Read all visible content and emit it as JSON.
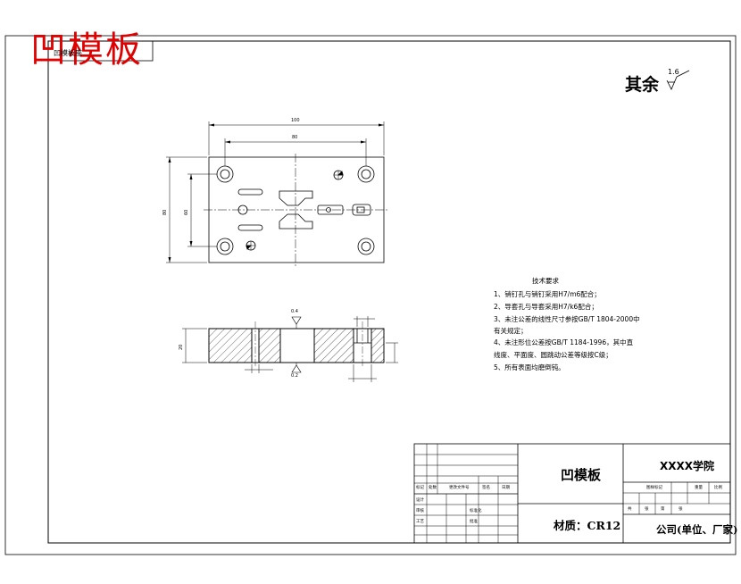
{
  "stamp_title": "凹模板",
  "top_box_text": "凹模板座",
  "roughness": {
    "label": "其余",
    "value": "1.6"
  },
  "tech_requirements": {
    "title": "技术要求",
    "items": [
      "1、销钉孔与销钉采用H7/m6配合；",
      "2、导套孔与导套采用H7/k6配合；",
      "3、未注公差的线性尺寸参按GB/T 1804-2000中",
      "   有关规定；",
      "4、未注形位公差按GB/T 1184-1996，其中直",
      "   线度、平面度、圆跳动公差等级按C级；",
      "5、所有表面均磨倒钝。"
    ]
  },
  "dimensions": {
    "overall_length": "100",
    "hole_spacing_x": "80",
    "overall_width": "80",
    "hole_spacing_y": "60",
    "thickness": "20",
    "tol_flatness": "0.4",
    "tol_parallel": "0.2"
  },
  "title_block": {
    "part_name": "凹模板",
    "school": "XXXX学院",
    "material": "材质：CR12",
    "company": "公司(单位、厂家)",
    "small_labels": [
      "标记",
      "处数",
      "更改文件号",
      "签名",
      "日期",
      "设计",
      "审核",
      "工艺",
      "标准化",
      "批准",
      "图样标记",
      "重量",
      "比例",
      "共",
      "张",
      "第",
      "张"
    ]
  }
}
